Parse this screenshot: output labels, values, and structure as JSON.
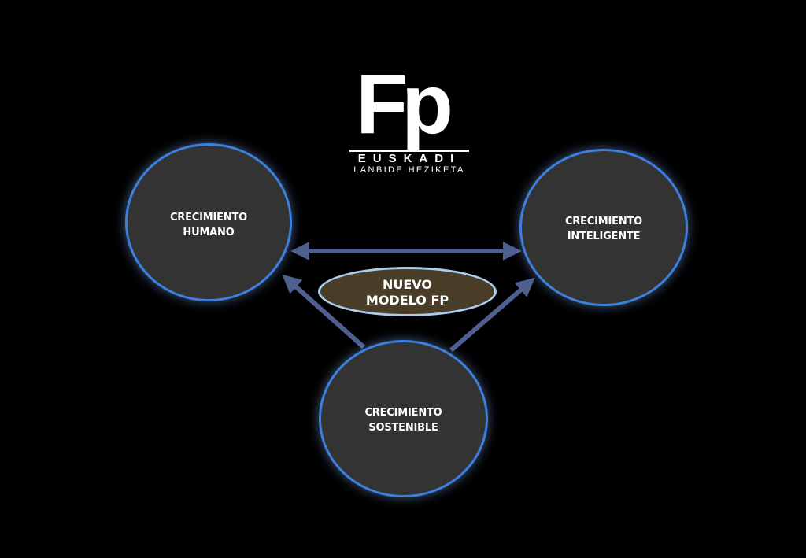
{
  "logo": {
    "main": "Fp",
    "region": "EUSKADI",
    "subtitle": "LANBIDE HEZIKETA"
  },
  "nodes": {
    "humano": {
      "line1": "CRECIMIENTO",
      "line2": "HUMANO"
    },
    "inteligente": {
      "line1": "CRECIMIENTO",
      "line2": "INTELIGENTE"
    },
    "sostenible": {
      "line1": "CRECIMIENTO",
      "line2": "SOSTENIBLE"
    }
  },
  "center": {
    "line1": "NUEVO",
    "line2": "MODELO FP"
  },
  "colors": {
    "background": "#000000",
    "node_fill": "#333333",
    "node_border": "#3d7fdc",
    "center_fill": "#4a3d27",
    "center_border": "#a9cdee",
    "arrow": "#4f5f8f"
  }
}
